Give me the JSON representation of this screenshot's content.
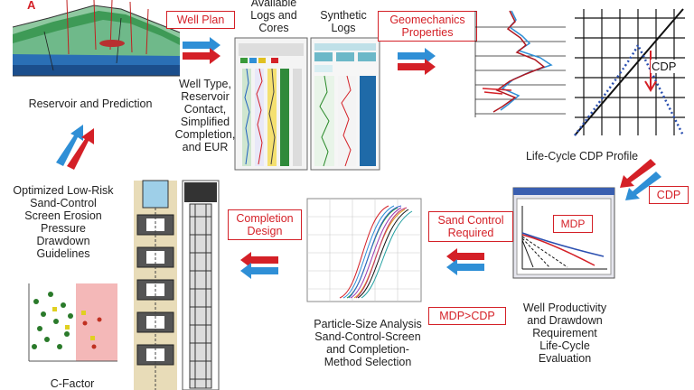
{
  "captions": {
    "reservoir": "Reservoir and Prediction",
    "reservoir_marker": "A",
    "available_logs": "Available\nLogs and\nCores",
    "synthetic_logs": "Synthetic\nLogs",
    "well_type": "Well Type,\nReservoir\nContact,\nSimplified\nCompletion,\nand EUR",
    "lifecycle_cdp": "Life-Cycle CDP Profile",
    "optimized": "Optimized Low-Risk\nSand-Control\nScreen Erosion\nPressure\nDrawdown\nGuidelines",
    "particle": "Particle-Size Analysis\nSand-Control-Screen\nand Completion-\nMethod Selection",
    "well_productivity": "Well Productivity\nand Drawdown\nRequirement\nLife-Cycle\nEvaluation",
    "cfactor": "C-Factor"
  },
  "labels": {
    "well_plan": "Well Plan",
    "geomechanics": "Geomechanics\nProperties",
    "cdp": "CDP",
    "completion_design": "Completion\nDesign",
    "sand_control": "Sand Control\nRequired",
    "mdp_cdp": "MDP>CDP",
    "cdp_plot": "CDP",
    "mdp_plot": "MDP"
  },
  "colors": {
    "accent_red": "#d42027",
    "accent_blue": "#2f8fd6"
  }
}
